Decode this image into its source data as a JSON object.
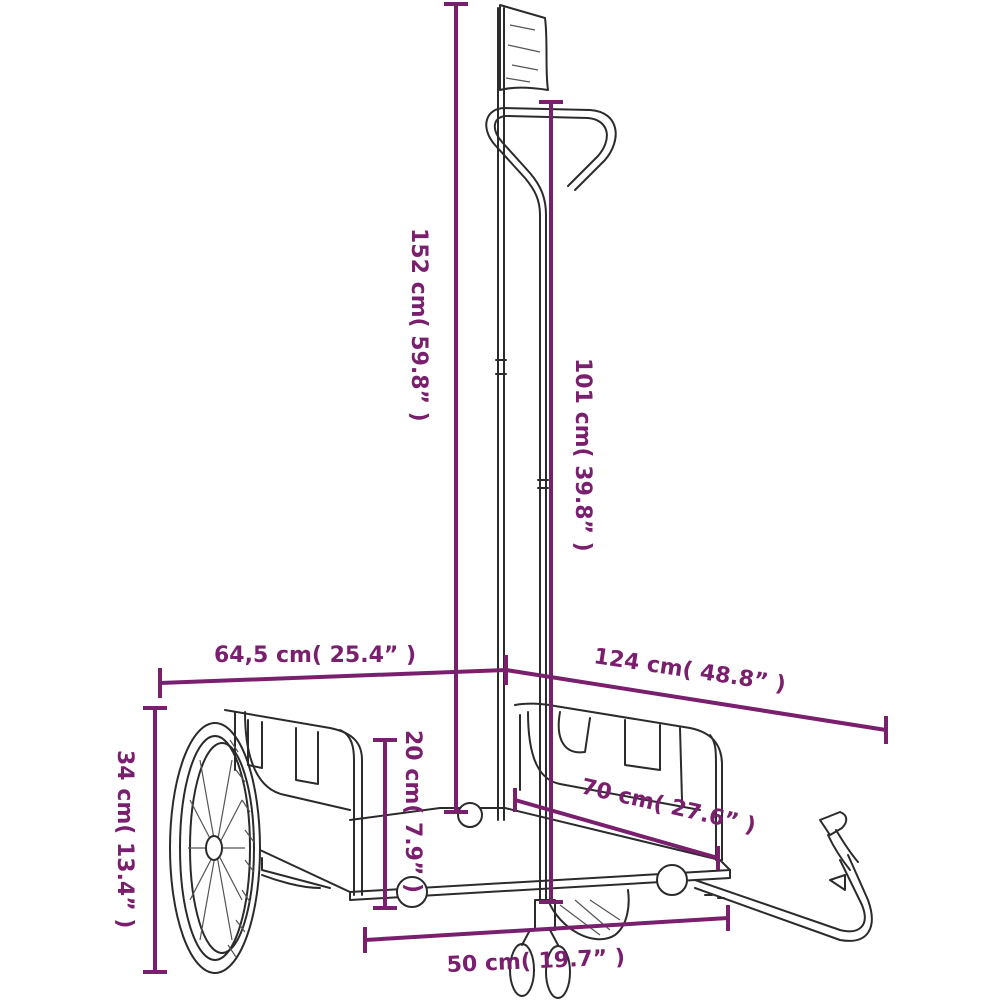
{
  "dimensions": {
    "total_height": "152 cm( 59.8” )",
    "handle_height": "101 cm( 39.8” )",
    "width": "64,5 cm( 25.4” )",
    "total_length": "124 cm( 48.8” )",
    "body_height": "34 cm( 13.4” )",
    "side_height": "20 cm( 7.9” )",
    "cargo_length": "70 cm( 27.6” )",
    "cargo_width": "50 cm( 19.7” )"
  },
  "colors": {
    "dimension": "#7a1f6e",
    "outline": "#2b2b2b"
  }
}
